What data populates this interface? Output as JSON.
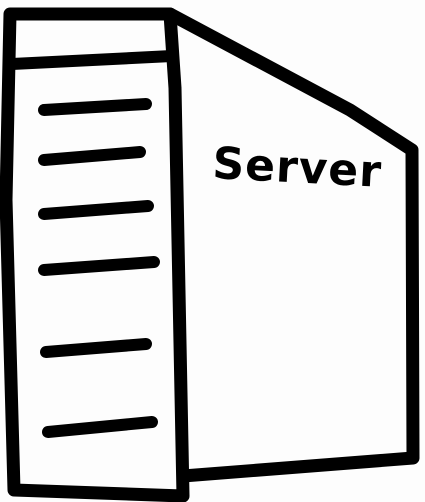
{
  "label": "Server",
  "colors": {
    "ink": "#000000",
    "paper": "#fdfdfd"
  },
  "icons": {
    "drawing": "server-tower-sketch",
    "front_slots_count": 6
  }
}
